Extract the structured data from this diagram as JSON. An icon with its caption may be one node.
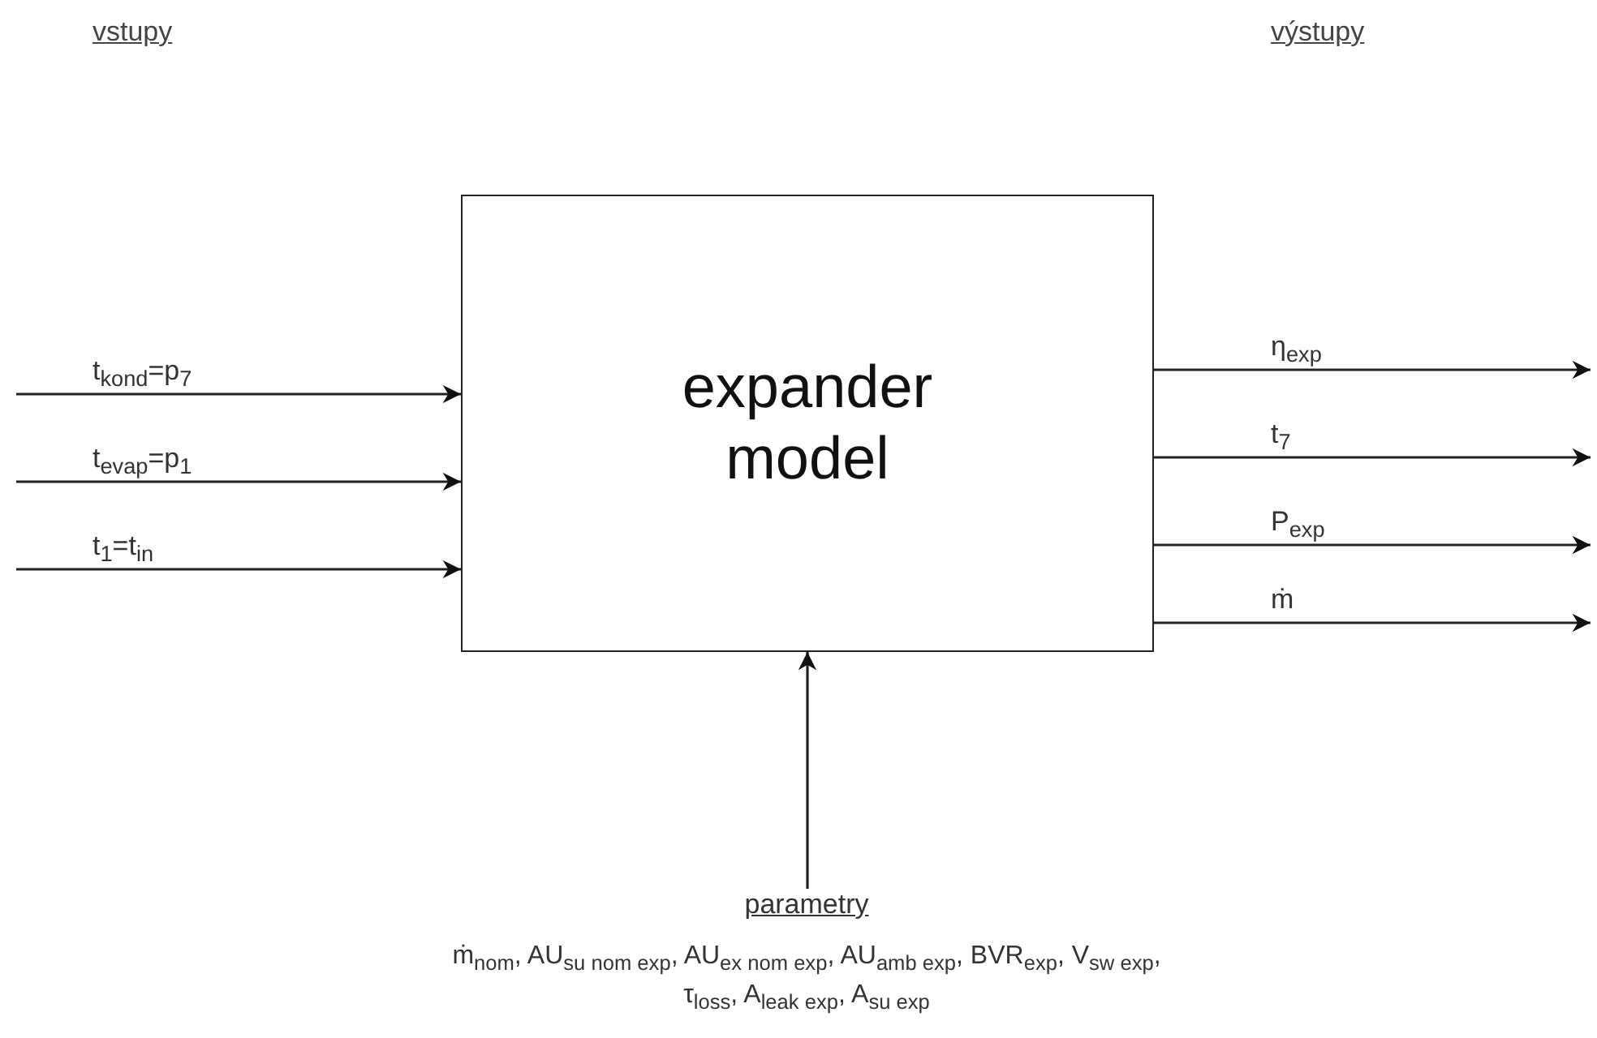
{
  "diagram": {
    "nodes": [
      {
        "text": [
          "expander model"
        ]
      },
      {
        "text": [
          "parametry",
          "ṁ$_{nom}$, AU$_{su nom exp}$, AU$_{ex nom exp}$, AU$_{amb exp}$, BVR$_{exp}$, V$_{sw exp}$, τ$_{loss}$, A$_{leak exp}$, A$_{su exp}$"
        ]
      }
    ],
    "edges": [
      {
        "from": null,
        "to": 0,
        "arrow": "to",
        "label": "t$_{kond}$=p$_{7}$"
      },
      {
        "from": null,
        "to": 0,
        "arrow": "to",
        "label": "t$_{evap}$=p$_{1}$"
      },
      {
        "from": null,
        "to": 0,
        "arrow": "to",
        "label": "t$_{1}$=t$_{in}$"
      },
      {
        "from": 0,
        "to": null,
        "arrow": "to",
        "label": "η$_{exp}$"
      },
      {
        "from": 0,
        "to": null,
        "arrow": "to",
        "label": "t$_{7}$"
      },
      {
        "from": 0,
        "to": null,
        "arrow": "to",
        "label": "P$_{exp}$"
      },
      {
        "from": 0,
        "to": null,
        "arrow": "to",
        "label": "ṁ"
      },
      {
        "from": 1,
        "to": 0,
        "arrow": "to"
      }
    ],
    "labels": [
      "vstupy",
      "výstupy"
    ]
  }
}
